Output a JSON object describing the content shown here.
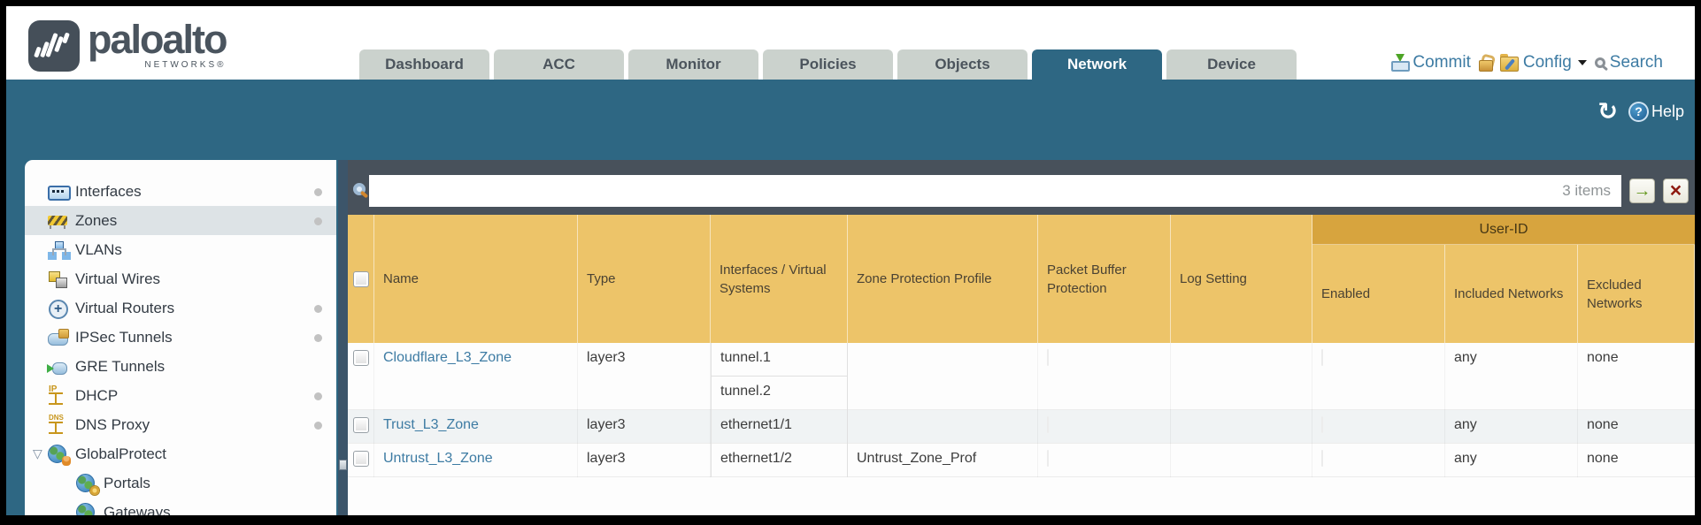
{
  "brand": {
    "name": "paloalto",
    "subname": "NETWORKS®"
  },
  "tabs": [
    {
      "label": "Dashboard",
      "active": false
    },
    {
      "label": "ACC",
      "active": false
    },
    {
      "label": "Monitor",
      "active": false
    },
    {
      "label": "Policies",
      "active": false
    },
    {
      "label": "Objects",
      "active": false
    },
    {
      "label": "Network",
      "active": true
    },
    {
      "label": "Device",
      "active": false
    }
  ],
  "utility": {
    "commit_label": "Commit",
    "config_label": "Config",
    "search_label": "Search"
  },
  "band_tools": {
    "help_label": "Help",
    "refresh_glyph": "↻"
  },
  "sidebar": {
    "items": [
      {
        "label": "Interfaces",
        "icon": "interfaces",
        "has_dot": true,
        "selected": false,
        "sub": false,
        "expanded": false
      },
      {
        "label": "Zones",
        "icon": "zones",
        "has_dot": true,
        "selected": true,
        "sub": false,
        "expanded": false
      },
      {
        "label": "VLANs",
        "icon": "vlans",
        "has_dot": false,
        "selected": false,
        "sub": false,
        "expanded": false
      },
      {
        "label": "Virtual Wires",
        "icon": "virtual-wires",
        "has_dot": false,
        "selected": false,
        "sub": false,
        "expanded": false
      },
      {
        "label": "Virtual Routers",
        "icon": "virtual-routers",
        "has_dot": true,
        "selected": false,
        "sub": false,
        "expanded": false
      },
      {
        "label": "IPSec Tunnels",
        "icon": "ipsec-tunnels",
        "has_dot": true,
        "selected": false,
        "sub": false,
        "expanded": false
      },
      {
        "label": "GRE Tunnels",
        "icon": "gre-tunnels",
        "has_dot": false,
        "selected": false,
        "sub": false,
        "expanded": false
      },
      {
        "label": "DHCP",
        "icon": "dhcp",
        "has_dot": true,
        "selected": false,
        "sub": false,
        "expanded": false
      },
      {
        "label": "DNS Proxy",
        "icon": "dns-proxy",
        "has_dot": true,
        "selected": false,
        "sub": false,
        "expanded": false
      },
      {
        "label": "GlobalProtect",
        "icon": "globalprotect",
        "has_dot": false,
        "selected": false,
        "sub": false,
        "expanded": true
      },
      {
        "label": "Portals",
        "icon": "portals",
        "has_dot": false,
        "selected": false,
        "sub": true,
        "expanded": false
      },
      {
        "label": "Gateways",
        "icon": "gateways",
        "has_dot": false,
        "selected": false,
        "sub": true,
        "expanded": false
      }
    ],
    "expand_glyph": "▽"
  },
  "filter_bar": {
    "value": "",
    "items_count": "3 items",
    "forward_glyph": "→",
    "clear_glyph": "×"
  },
  "table": {
    "user_id_group_label": "User-ID",
    "columns": [
      "Name",
      "Type",
      "Interfaces / Virtual Systems",
      "Zone Protection Profile",
      "Packet Buffer Protection",
      "Log Setting",
      "Enabled",
      "Included Networks",
      "Excluded Networks"
    ],
    "rows": [
      {
        "name": "Cloudflare_L3_Zone",
        "type": "layer3",
        "interfaces": [
          "tunnel.1",
          "tunnel.2"
        ],
        "zone_protection_profile": "",
        "packet_buffer_protection": false,
        "log_setting": "",
        "user_id_enabled": false,
        "included_networks": "any",
        "excluded_networks": "none"
      },
      {
        "name": "Trust_L3_Zone",
        "type": "layer3",
        "interfaces": [
          "ethernet1/1"
        ],
        "zone_protection_profile": "",
        "packet_buffer_protection": false,
        "log_setting": "",
        "user_id_enabled": false,
        "included_networks": "any",
        "excluded_networks": "none"
      },
      {
        "name": "Untrust_L3_Zone",
        "type": "layer3",
        "interfaces": [
          "ethernet1/2"
        ],
        "zone_protection_profile": "Untrust_Zone_Prof",
        "packet_buffer_protection": false,
        "log_setting": "",
        "user_id_enabled": false,
        "included_networks": "any",
        "excluded_networks": "none"
      }
    ]
  },
  "colors": {
    "accent_teal": "#2e6783",
    "header_yellow": "#edc469",
    "userid_band_orange": "#d7a43e",
    "link_blue": "#3d7ba3",
    "filter_strip_gray": "#48515b"
  }
}
